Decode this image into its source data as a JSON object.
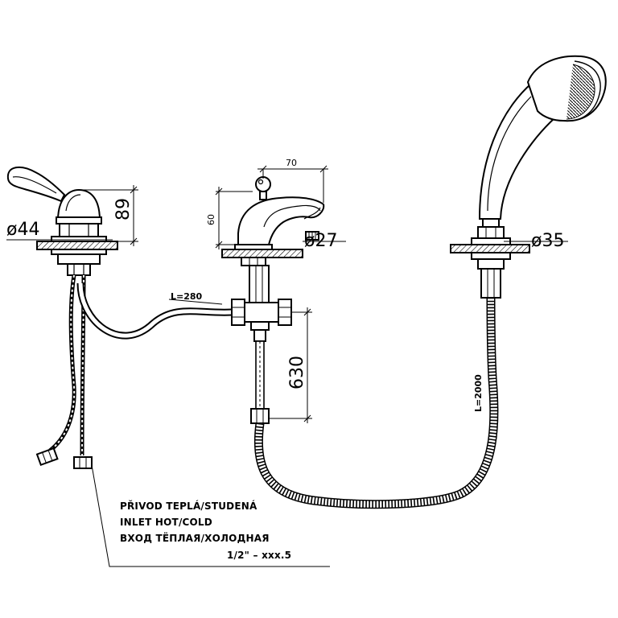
{
  "dimensions": {
    "lever_height": "89",
    "lever_base_diameter": "ø44",
    "spout_length": "70",
    "spout_height": "60",
    "spout_base_diameter": "ø27",
    "shower_holder_diameter": "ø35",
    "connection_hose_length": "L=280",
    "supply_height": "630",
    "shower_hose_length": "L=2000"
  },
  "inlet_note": {
    "line_cz": "PŘIVOD TEPLÁ/STUDENÁ",
    "line_en": "INLET HOT/COLD",
    "line_ru": "ВХОД ТЁПЛАЯ/ХОЛОДНАЯ",
    "thread": "1/2\" – xxx.5"
  }
}
